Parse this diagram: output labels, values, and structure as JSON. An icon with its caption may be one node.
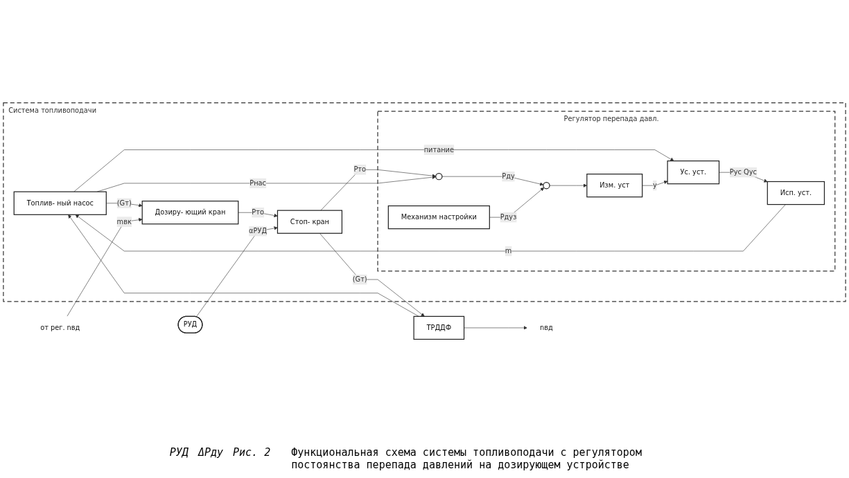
{
  "diagram": {
    "caption": "Функциональная схема системы топливоподачи с регулятором постоянства перепада давлений на дозирующем устройстве",
    "nodes": [
      {
        "text": [
          "Система топливоподачи"
        ]
      },
      {
        "text": [
          "Топлив- ный насос"
        ],
        "in": 0
      },
      {
        "text": [
          "Дозиру- ющий кран"
        ],
        "in": 0
      },
      {
        "text": [
          "Стоп- кран"
        ],
        "in": 0
      },
      {
        "text": [
          "ТРДДФ"
        ]
      },
      {
        "text": [
          "Регулятор перепада давл."
        ],
        "in": 0
      },
      {
        "text": [
          "Исп. уст."
        ],
        "in": 5
      },
      {
        "text": [
          "Ус. уст."
        ],
        "in": 5
      },
      {
        "text": [
          "Изм. уст"
        ],
        "in": 5
      },
      {
        "text": [],
        "shape": "circle",
        "in": 5
      },
      {
        "text": [],
        "shape": "circle",
        "in": 5
      },
      {
        "text": [
          "Механизм настройки"
        ],
        "in": 5
      },
      {
        "text": [
          "РУД"
        ]
      },
      {
        "text": [
          "от рег. nвд"
        ]
      },
      {
        "text": [
          "nвд"
        ]
      }
    ],
    "edges": [
      {
        "from": 1,
        "to": 2,
        "arrow": "to",
        "label": "(Gт)"
      },
      {
        "from": 2,
        "to": 3,
        "arrow": "to",
        "label": "Pто"
      },
      {
        "from": 3,
        "to": 4,
        "arrow": "to",
        "label": "(Gт)"
      },
      {
        "from": 4,
        "to": 14,
        "arrow": "to"
      },
      {
        "from": 4,
        "to": 1,
        "arrow": "to"
      },
      {
        "from": 13,
        "to": 2,
        "arrow": "to",
        "label": "mвк"
      },
      {
        "from": 12,
        "to": 3,
        "arrow": "to",
        "label": "αРУД"
      },
      {
        "from": 3,
        "to": 9,
        "arrow": "to",
        "label": "Pто"
      },
      {
        "from": 1,
        "to": 9,
        "arrow": "to",
        "label": "Pнас"
      },
      {
        "from": 1,
        "to": 7,
        "arrow": "to",
        "label": "питание"
      },
      {
        "from": 9,
        "to": 10,
        "arrow": "to",
        "label": "Pду"
      },
      {
        "from": 11,
        "to": 10,
        "arrow": "to",
        "label": "Pдуз"
      },
      {
        "from": 10,
        "to": 8,
        "arrow": "to"
      },
      {
        "from": 8,
        "to": 7,
        "arrow": "to",
        "label": "y"
      },
      {
        "from": 7,
        "to": 6,
        "arrow": "to",
        "label": "Pус Qус"
      },
      {
        "from": 6,
        "to": 1,
        "arrow": "to",
        "label": "m"
      }
    ],
    "labels": [
      "РУД",
      "ΔPду",
      "Рис. 2"
    ]
  }
}
